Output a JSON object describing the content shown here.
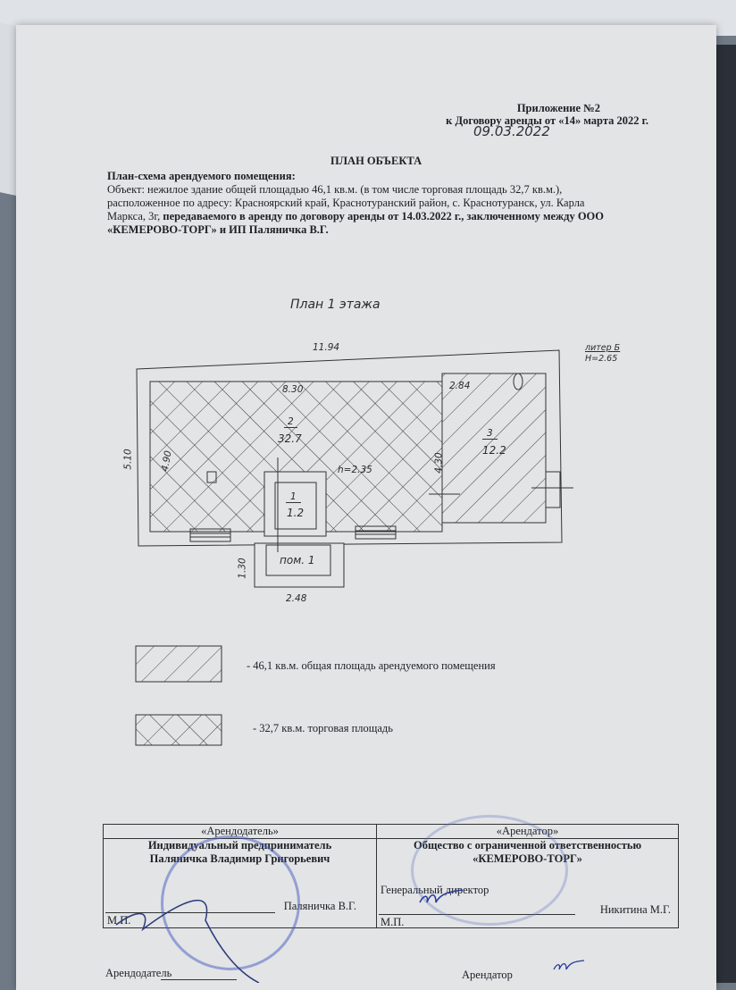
{
  "header": {
    "appendix": "Приложение №2",
    "contract_ref": "к Договору аренды от «14» марта 2022 г.",
    "handwritten_date": "09.03.2022"
  },
  "title": "ПЛАН ОБЪЕКТА",
  "subtitle": "План-схема арендуемого помещения:",
  "body": {
    "line1": "Объект: нежилое здание общей площадью 46,1 кв.м. (в том числе торговая площадь 32,7 кв.м.),",
    "line2": "расположенное по адресу: Красноярский край, Краснотуранский район, с. Краснотуранск, ул. Карла",
    "line3_normal": "Маркса, 3г, ",
    "line3_bold": "передаваемого в аренду по договору аренды  от 14.03.2022 г., заключенному между ООО",
    "line4_bold": "«КЕМЕРОВО-ТОРГ» и ИП Паляничка В.Г."
  },
  "plan": {
    "title": "План 1 этажа",
    "overall_length": "11.94",
    "liter": "литер Б",
    "height": "H=2.65",
    "overall_width": "5.10",
    "room2": {
      "number": "2",
      "area": "32.7",
      "length": "8.30",
      "width": "4.90",
      "ceiling": "h=2.35"
    },
    "room3": {
      "number": "3",
      "area": "12.2",
      "length": "2.84",
      "width": "4.30"
    },
    "room1": {
      "number": "1",
      "area": "1.2"
    },
    "porch": {
      "label": "пом. 1",
      "depth": "1.30",
      "width": "2.48"
    }
  },
  "legend": [
    {
      "pattern": "diagonal",
      "text": "-  46,1 кв.м. общая площадь арендуемого помещения"
    },
    {
      "pattern": "crosshatch",
      "text": "-  32,7 кв.м. торговая площадь"
    }
  ],
  "signatures": {
    "landlord": {
      "header": "«Арендодатель»",
      "org1": "Индивидуальный предприниматель",
      "org2": "Паляничка Владимир Григорьевич",
      "name": "Паляничка В.Г.",
      "seal": "М.П."
    },
    "tenant": {
      "header": "«Арендатор»",
      "org1": "Общество с ограниченной ответственностью",
      "org2": "«КЕМЕРОВО-ТОРГ»",
      "position": "Генеральный директор",
      "name": "Никитина М.Г.",
      "seal": "М.П."
    },
    "footer_landlord": "Арендодатель",
    "footer_tenant": "Арендатор"
  },
  "colors": {
    "paper": "#e2e4e6",
    "stamp": "#4a5fc0",
    "ink": "#1d2024"
  }
}
